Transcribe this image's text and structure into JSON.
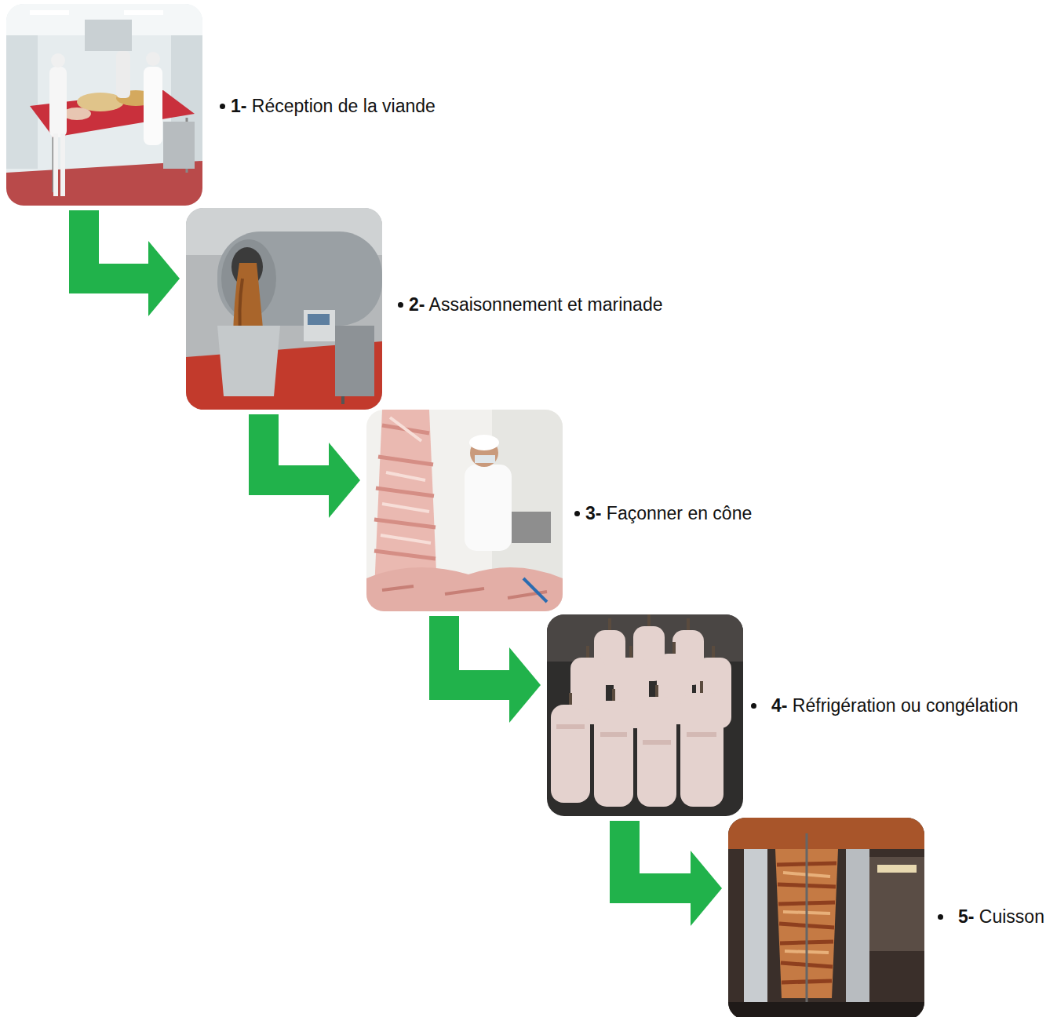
{
  "diagram": {
    "nodes": [
      {
        "text": [
          "1- Réception de la viande"
        ]
      },
      {
        "text": [
          "2- Assaisonnement et marinade"
        ]
      },
      {
        "text": [
          "3- Façonner en cône"
        ]
      },
      {
        "text": [
          "4- Réfrigération ou congélation"
        ]
      },
      {
        "text": [
          "5- Cuisson"
        ]
      }
    ],
    "edges": [
      {
        "from": 0,
        "to": 1,
        "arrow": "to"
      },
      {
        "from": 1,
        "to": 2,
        "arrow": "to"
      },
      {
        "from": 2,
        "to": 3,
        "arrow": "to"
      },
      {
        "from": 3,
        "to": 4,
        "arrow": "to"
      }
    ]
  }
}
